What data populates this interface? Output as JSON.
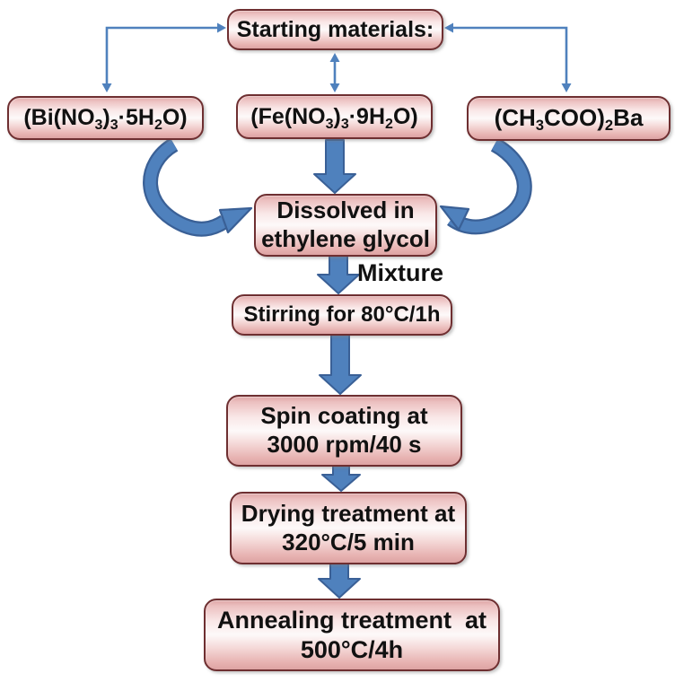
{
  "colors": {
    "arrow-blue": "#4f81bd",
    "arrow-dark": "#3a6096",
    "box-border": "#6e2f31",
    "text": "#111111"
  },
  "diagram": {
    "title": "Starting materials:",
    "materials": [
      {
        "id": "bismuth-nitrate-pentahydrate",
        "segments": [
          {
            "text": "(Bi(NO"
          },
          {
            "text": "3",
            "sub": true
          },
          {
            "text": ")"
          },
          {
            "text": "3",
            "sub": true
          },
          {
            "text": "·5H"
          },
          {
            "text": "2",
            "sub": true
          },
          {
            "text": "O)"
          }
        ]
      },
      {
        "id": "iron-nitrate-nonahydrate",
        "segments": [
          {
            "text": "(Fe(NO"
          },
          {
            "text": "3",
            "sub": true
          },
          {
            "text": ")"
          },
          {
            "text": "3",
            "sub": true
          },
          {
            "text": "·9H"
          },
          {
            "text": "2",
            "sub": true
          },
          {
            "text": "O)"
          }
        ]
      },
      {
        "id": "barium-acetate",
        "segments": [
          {
            "text": "(CH"
          },
          {
            "text": "3",
            "sub": true
          },
          {
            "text": "COO)"
          },
          {
            "text": "2",
            "sub": true
          },
          {
            "text": "Ba"
          }
        ]
      }
    ],
    "mixture_label": "Mixture",
    "steps": [
      {
        "id": "dissolve",
        "lines": [
          "Dissolved in",
          "ethylene glycol"
        ]
      },
      {
        "id": "stirring",
        "lines": [
          "Stirring for 80°C/1h"
        ]
      },
      {
        "id": "spin-coating",
        "lines": [
          "Spin coating at",
          "3000 rpm/40 s"
        ]
      },
      {
        "id": "drying",
        "lines": [
          "Drying treatment at",
          "320°C/5 min"
        ]
      },
      {
        "id": "annealing",
        "lines": [
          "Annealing treatment  at",
          "500°C/4h"
        ]
      }
    ]
  }
}
